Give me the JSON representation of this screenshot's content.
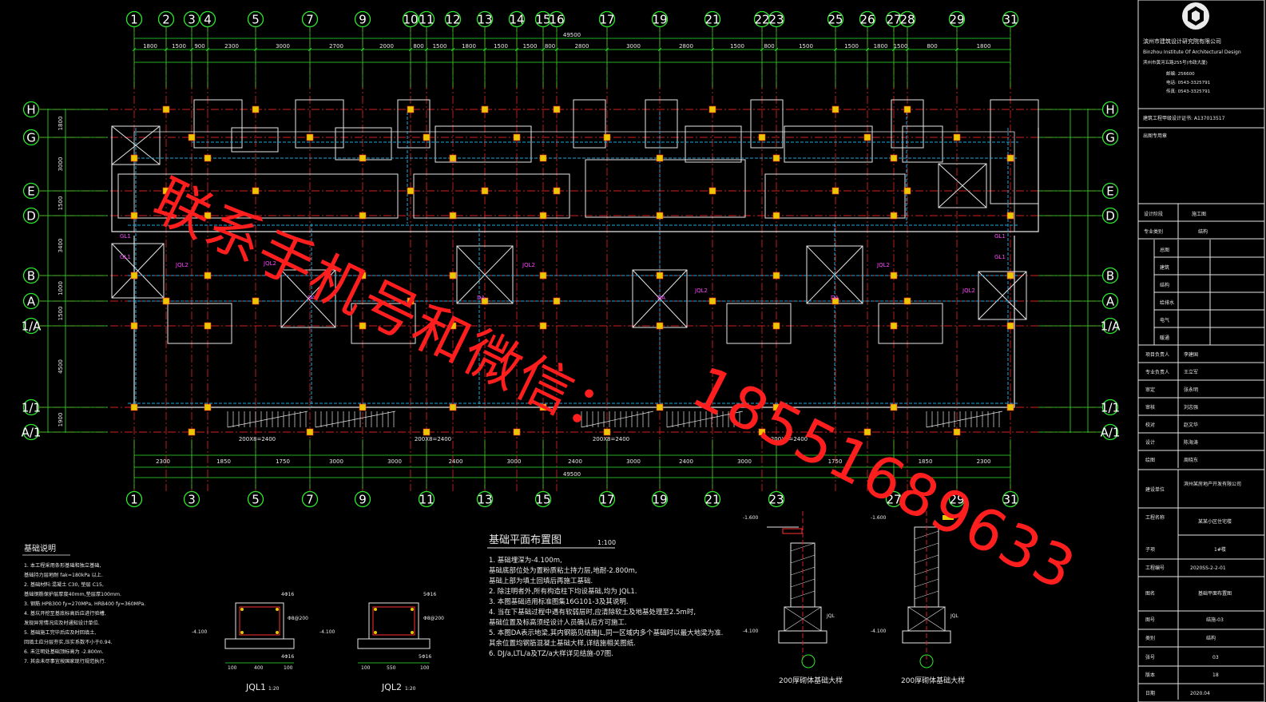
{
  "colors": {
    "background": "#000000",
    "axis_green": "#2ee82e",
    "grid_red": "#d21f1f",
    "beam_cyan": "#1ea8d8",
    "column_yellow": "#e8c800",
    "wall_white": "#e6e6e6",
    "magenta": "#ff44ff",
    "watermark": "#ff1e1e"
  },
  "axes": {
    "top_labels": [
      "1",
      "2",
      "3",
      "4",
      "5",
      "7",
      "9",
      "10",
      "11",
      "12",
      "13",
      "14",
      "15",
      "16",
      "17",
      "19",
      "21",
      "22",
      "23",
      "25",
      "26",
      "27",
      "28",
      "29",
      "31"
    ],
    "bottom_labels": [
      "1",
      "3",
      "5",
      "7",
      "9",
      "11",
      "13",
      "15",
      "17",
      "19",
      "21",
      "23",
      "27",
      "29",
      "31"
    ],
    "row_labels": [
      "H",
      "G",
      "E",
      "D",
      "B",
      "A",
      "1/A",
      "1/1",
      "A/1"
    ]
  },
  "dimensions": {
    "overall_top": "49500",
    "overall_bottom": "49500",
    "top_segments": [
      "1800",
      "1500",
      "900",
      "2300",
      "3000",
      "2700",
      "2000",
      "800",
      "1500",
      "1800",
      "1500",
      "1500",
      "800",
      "2800",
      "3000",
      "2800",
      "1500",
      "800",
      "1500",
      "1500",
      "1800",
      "1500",
      "800",
      "1800"
    ],
    "bottom_segments": [
      "2300",
      "1850",
      "1750",
      "3000",
      "3000",
      "2400",
      "3000",
      "2400",
      "3000",
      "2400",
      "3000",
      "1750",
      "1850",
      "2300"
    ],
    "left_segments": [
      "1800",
      "3000",
      "1500",
      "3400",
      "1000",
      "1500",
      "4500",
      "1900"
    ],
    "stair_labels": [
      "200X8=2400",
      "200X8=2400",
      "200X8=2400",
      "200X8=2400"
    ]
  },
  "drawing": {
    "main_title": "基础平面布置图",
    "scale": "1:100",
    "notes": [
      "1. 基础埋深为-4.100m,",
      "   基础底部位处为置粉质粘土持力层,地耐-2.800m,",
      "   基础上部为填土回填后再施工基础.",
      "2. 除注明者外,所有构造柱下均设基础,均为 JQL1.",
      "3. 本图基础适用标准图集16G101-3及其说明.",
      "4. 当在下基础过程中遇有软弱层时,应清除软土及地基处理至2.5m时,",
      "   基础位置及标高须经设计人员确认后方可施工.",
      "5. 本图DA表示地梁,其内钢筋见结施JL,同一区域内多个基础时以最大地梁为准.",
      "   其余位置均钢筋混凝土基础大样,详结施相关图纸.",
      "6. DJ/a,LTL/a及TZ/a大样详见结施-07图."
    ],
    "foundation_notes_title": "基础说明",
    "foundation_notes": [
      "1. 本工程采用条形基础和独立基础,",
      "   基础持力层地耐 fak=180kPa 以上.",
      "2. 基础材料:混凝土 C30, 垫层 C15,",
      "   基础钢筋保护层厚度40mm,垫层厚100mm.",
      "3. 钢筋:HPB300 fy=270MPa, HRB400 fy=360MPa.",
      "4. 基坑开挖至基底标高后应进行验槽,",
      "   发现异常情况应及时通知设计单位.",
      "5. 基础施工完毕后应及时回填土,",
      "   回填土应分层夯实,压实系数不小于0.94.",
      "6. 未注明处基础顶标高为 -2.800m.",
      "7. 其余未尽事宜按国家现行规范执行."
    ],
    "sections": [
      {
        "title": "JQL1",
        "scale": "1:20",
        "dims": [
          "400",
          "100",
          "100"
        ],
        "level": "-4.100",
        "rebar": [
          "4Φ16",
          "Φ8@200",
          "4Φ16"
        ]
      },
      {
        "title": "JQL2",
        "scale": "1:20",
        "dims": [
          "550",
          "100",
          "100"
        ],
        "level": "-4.100",
        "rebar": [
          "5Φ16",
          "Φ8@200",
          "5Φ16"
        ]
      }
    ],
    "details": [
      {
        "title": "200厚砌体基础大样",
        "levels": [
          "-1.600",
          "-4.100"
        ],
        "label": "JQL"
      },
      {
        "title": "200厚砌体基础大样",
        "levels": [
          "-1.600",
          "-4.100"
        ],
        "label": "JQL"
      }
    ]
  },
  "title_block": {
    "company_name": "滨州市建筑设计研究院有限公司",
    "company_english": "Binzhou Institute Of Architectural Design",
    "address": "滨州市黄河五路255号(市政大厦)",
    "zip": "邮编: 256600",
    "tel": "电话: 0543-3325791",
    "fax": "传真: 0543-3325791",
    "cert_label": "建筑工程甲级设计证书: A137013517",
    "stamp_label": "出图专用章",
    "design_phase_label": "设计阶段",
    "design_phase": "施工图",
    "discipline_label": "专业类别",
    "discipline": "结构",
    "sign_rows": [
      "总图",
      "建筑",
      "结构",
      "给排水",
      "电气",
      "暖通"
    ],
    "role_rows": [
      {
        "role": "项目负责人",
        "name": "李建国"
      },
      {
        "role": "专业负责人",
        "name": "王立军"
      },
      {
        "role": "审定",
        "name": "张永明"
      },
      {
        "role": "审核",
        "name": "刘志强"
      },
      {
        "role": "校对",
        "name": "赵文华"
      },
      {
        "role": "设计",
        "name": "陈海涛"
      },
      {
        "role": "绘图",
        "name": "周晓东"
      }
    ],
    "client_label": "建设单位",
    "client": "滨州某房地产开发有限公司",
    "project_label": "工程名称",
    "project": "某某小区住宅楼",
    "building_label": "子项",
    "building": "1#楼",
    "project_no_label": "工程编号",
    "project_no": "2020SS-2-2-01",
    "drawing_name_label": "图名",
    "drawing_name": "基础平面布置图",
    "drawing_no_label": "图号",
    "drawing_no": "结施-03",
    "category_label": "类别",
    "category": "结构",
    "sheet_label": "张号",
    "sheet": "03",
    "version_label": "版本",
    "version": "18",
    "date_label": "日期",
    "date": "2020.04"
  },
  "watermark": {
    "line1": "联系手机号和微信：",
    "line2": "18551689633"
  }
}
